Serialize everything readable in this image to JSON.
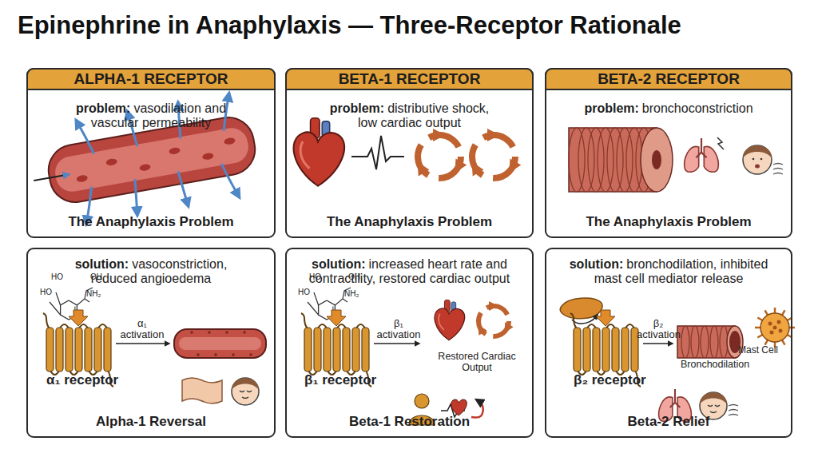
{
  "diagram": {
    "title": "Epinephrine in Anaphylaxis — Three-Receptor Rationale",
    "nodes": [
      {
        "text": [
          "ALPHA-1 RECEPTOR"
        ]
      },
      {
        "text": [
          "BETA-1 RECEPTOR"
        ]
      },
      {
        "text": [
          "BETA-2 RECEPTOR"
        ]
      },
      {
        "text": [
          "problem:",
          "vasodilation and vascular permeability",
          "The Anaphylaxis Problem"
        ]
      },
      {
        "text": [
          "problem:",
          "distributive shock, low cardiac output",
          "The Anaphylaxis Problem"
        ]
      },
      {
        "text": [
          "problem:",
          "bronchoconstriction",
          "The Anaphylaxis Problem"
        ]
      },
      {
        "text": [
          "solution:",
          "vasoconstriction, reduced angioedema",
          "Alpha-1 Reversal"
        ]
      },
      {
        "text": [
          "solution:",
          "increased heart rate and contractility, restored cardiac output",
          "Beta-1 Restoration"
        ]
      },
      {
        "text": [
          "solution:",
          "bronchodilation, inhibited mast cell mediator release",
          "Beta-2 Relief"
        ]
      }
    ],
    "labels": [
      "HO",
      "HO",
      "OH",
      "NH₂",
      "α₁ activation",
      "α₁ receptor",
      "HO",
      "HO",
      "OH",
      "NH₂",
      "β₁ activation",
      "β₁ receptor",
      "Restored Cardiac Output",
      "β₂ activation",
      "β₂ receptor",
      "Bronchodilation",
      "Mast Cell"
    ]
  }
}
